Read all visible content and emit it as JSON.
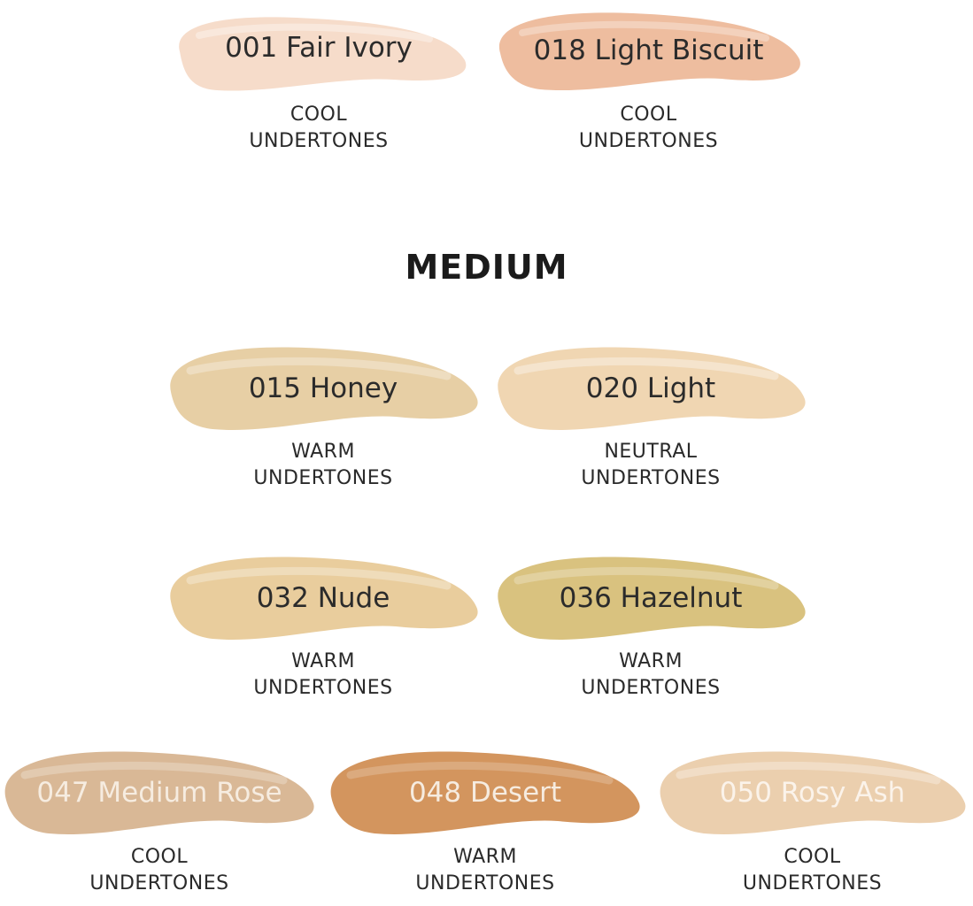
{
  "section_title": "MEDIUM",
  "swatches": [
    {
      "name": "001 Fair Ivory",
      "undertone_line1": "COOL",
      "undertone_line2": "UNDERTONES",
      "color": "#f6dcca",
      "text_color": "#2b2b2b"
    },
    {
      "name": "018 Light Biscuit",
      "undertone_line1": "COOL",
      "undertone_line2": "UNDERTONES",
      "color": "#eebd9f",
      "text_color": "#2b2b2b"
    },
    {
      "name": "015 Honey",
      "undertone_line1": "WARM",
      "undertone_line2": "UNDERTONES",
      "color": "#e7cfa5",
      "text_color": "#2b2b2b"
    },
    {
      "name": "020 Light",
      "undertone_line1": "NEUTRAL",
      "undertone_line2": "UNDERTONES",
      "color": "#f0d6b2",
      "text_color": "#2b2b2b"
    },
    {
      "name": "032 Nude",
      "undertone_line1": "WARM",
      "undertone_line2": "UNDERTONES",
      "color": "#e9cd9d",
      "text_color": "#2b2b2b"
    },
    {
      "name": "036 Hazelnut",
      "undertone_line1": "WARM",
      "undertone_line2": "UNDERTONES",
      "color": "#d9c27f",
      "text_color": "#2b2b2b"
    },
    {
      "name": "047 Medium Rose",
      "undertone_line1": "COOL",
      "undertone_line2": "UNDERTONES",
      "color": "#d9b896",
      "text_color": "#f6ece0"
    },
    {
      "name": "048 Desert",
      "undertone_line1": "WARM",
      "undertone_line2": "UNDERTONES",
      "color": "#d3955e",
      "text_color": "#f6ece0"
    },
    {
      "name": "050 Rosy Ash",
      "undertone_line1": "COOL",
      "undertone_line2": "UNDERTONES",
      "color": "#ebcfae",
      "text_color": "#fbf3ea"
    }
  ]
}
